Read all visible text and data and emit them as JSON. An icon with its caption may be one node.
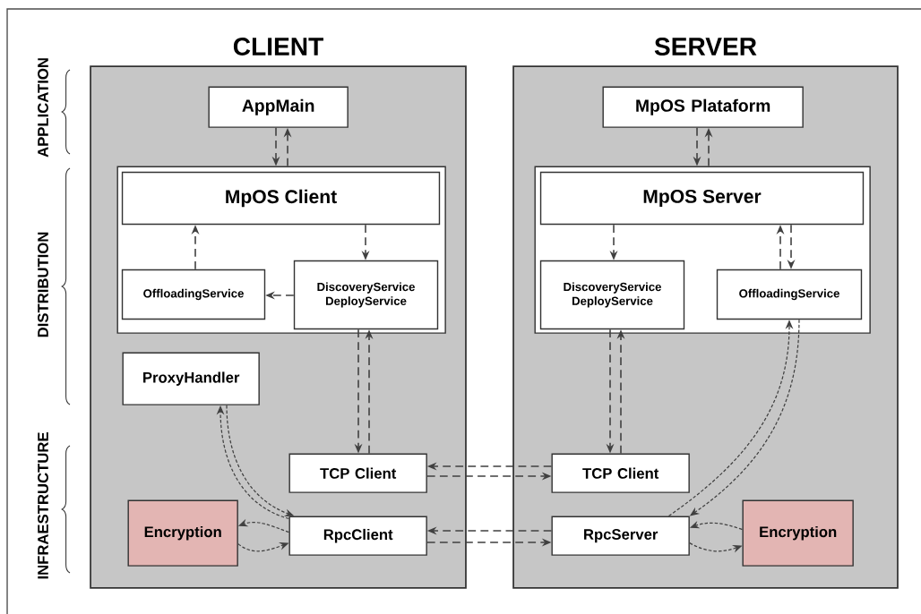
{
  "diagram": {
    "nodes": [
      {
        "text": [
          "CLIENT"
        ]
      },
      {
        "text": [
          "AppMain"
        ],
        "in": 0
      },
      {
        "text": [],
        "shape": "box",
        "in": 0
      },
      {
        "text": [
          "MpOS Client"
        ],
        "in": 2
      },
      {
        "text": [
          "OffloadingService"
        ],
        "in": 2
      },
      {
        "text": [
          "DiscoveryService DeployService"
        ],
        "in": 2
      },
      {
        "text": [
          "ProxyHandler"
        ],
        "in": 0
      },
      {
        "text": [
          "TCP Client"
        ],
        "in": 0
      },
      {
        "text": [
          "Encryption"
        ],
        "in": 0
      },
      {
        "text": [
          "RpcClient"
        ],
        "in": 0
      },
      {
        "text": [
          "SERVER"
        ]
      },
      {
        "text": [
          "MpOS Plataform"
        ],
        "in": 10
      },
      {
        "text": [],
        "shape": "box",
        "in": 10
      },
      {
        "text": [
          "MpOS Server"
        ],
        "in": 12
      },
      {
        "text": [
          "DiscoveryService DeployService"
        ],
        "in": 12
      },
      {
        "text": [
          "OffloadingService"
        ],
        "in": 12
      },
      {
        "text": [
          "TCP Client"
        ],
        "in": 10
      },
      {
        "text": [
          "RpcServer"
        ],
        "in": 10
      },
      {
        "text": [
          "Encryption"
        ],
        "in": 10
      }
    ],
    "edges": [
      {
        "from": 1,
        "to": 2,
        "arrow": "to",
        "style": "dashed"
      },
      {
        "from": 2,
        "to": 1,
        "arrow": "to",
        "style": "dashed"
      },
      {
        "from": 3,
        "to": 5,
        "arrow": "to",
        "style": "dashed"
      },
      {
        "from": 4,
        "to": 3,
        "arrow": "to",
        "style": "dashed"
      },
      {
        "from": 5,
        "to": 4,
        "arrow": "to",
        "style": "dashed"
      },
      {
        "from": 5,
        "to": 7,
        "arrow": "to",
        "style": "dashed"
      },
      {
        "from": 7,
        "to": 5,
        "arrow": "to",
        "style": "dashed"
      },
      {
        "from": 6,
        "to": 9,
        "arrow": "to",
        "style": "dashed"
      },
      {
        "from": 9,
        "to": 6,
        "arrow": "to",
        "style": "dashed"
      },
      {
        "from": 9,
        "to": 8,
        "arrow": "to",
        "style": "dashed"
      },
      {
        "from": 8,
        "to": 9,
        "arrow": "to",
        "style": "dashed"
      },
      {
        "from": 16,
        "to": 7,
        "arrow": "to",
        "style": "dashed"
      },
      {
        "from": 7,
        "to": 16,
        "arrow": "to",
        "style": "dashed"
      },
      {
        "from": 17,
        "to": 9,
        "arrow": "to",
        "style": "dashed"
      },
      {
        "from": 9,
        "to": 17,
        "arrow": "to",
        "style": "dashed"
      },
      {
        "from": 11,
        "to": 12,
        "arrow": "to",
        "style": "dashed"
      },
      {
        "from": 12,
        "to": 11,
        "arrow": "to",
        "style": "dashed"
      },
      {
        "from": 13,
        "to": 14,
        "arrow": "to",
        "style": "dashed"
      },
      {
        "from": 15,
        "to": 13,
        "arrow": "to",
        "style": "dashed"
      },
      {
        "from": 13,
        "to": 15,
        "arrow": "to",
        "style": "dashed"
      },
      {
        "from": 14,
        "to": 16,
        "arrow": "to",
        "style": "dashed"
      },
      {
        "from": 16,
        "to": 14,
        "arrow": "to",
        "style": "dashed"
      },
      {
        "from": 17,
        "to": 15,
        "arrow": "to",
        "style": "dashed"
      },
      {
        "from": 15,
        "to": 17,
        "arrow": "to",
        "style": "dashed"
      },
      {
        "from": 18,
        "to": 17,
        "arrow": "to",
        "style": "dashed"
      },
      {
        "from": 17,
        "to": 18,
        "arrow": "to",
        "style": "dashed"
      }
    ],
    "labels": [
      "APPLICATION",
      "DISTRIBUTION",
      "INFRAESTRUCTURE"
    ]
  }
}
